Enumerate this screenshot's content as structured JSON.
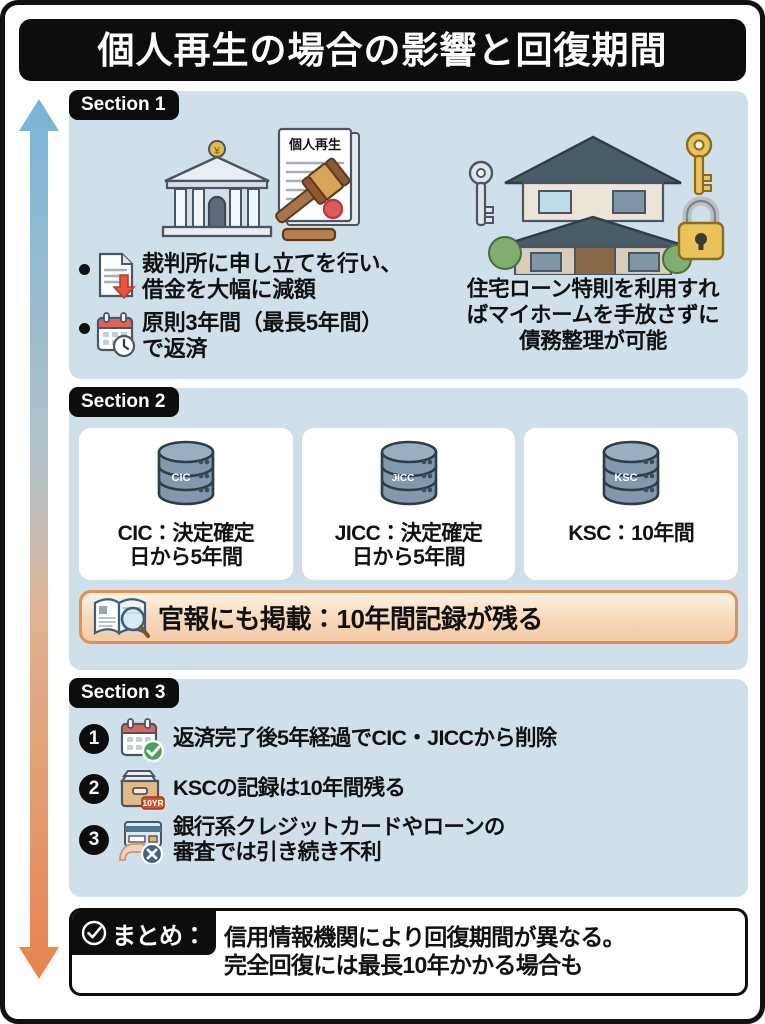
{
  "header": {
    "title": "個人再生の場合の影響と回復期間"
  },
  "arrow": {
    "name": "vertical-double-arrow",
    "top_color": "#7ab4d8",
    "bottom_color": "#e8834e"
  },
  "colors": {
    "panel_bg": "#cfe0ea",
    "badge_bg": "#0d0d0d",
    "highlight_border": "#e0904f",
    "page_border": "#111111"
  },
  "sections": [
    {
      "badge": "Section 1",
      "artwork": [
        "courthouse-icon",
        "gavel-icon",
        "document-icon"
      ],
      "document_label": "個人再生",
      "bullets": [
        {
          "icon": "document-down-arrow-icon",
          "text_lines": [
            "裁判所に申し立てを行い、",
            "借金を大幅に減額"
          ]
        },
        {
          "icon": "calendar-clock-icon",
          "text_lines": [
            "原則3年間（最長5年間）",
            "で返済"
          ]
        }
      ],
      "right": {
        "artwork": [
          "house-icon",
          "key-icon",
          "padlock-icon"
        ],
        "caption_lines": [
          "住宅ローン特則を利用すれ",
          "ばマイホームを手放さずに",
          "債務整理が可能"
        ]
      }
    },
    {
      "badge": "Section 2",
      "cards": [
        {
          "icon": "database-icon",
          "db_label": "CIC",
          "label_lines": [
            "CIC：決定確定",
            "日から5年間"
          ]
        },
        {
          "icon": "database-icon",
          "db_label": "JICC",
          "label_lines": [
            "JICC：決定確定",
            "日から5年間"
          ]
        },
        {
          "icon": "database-icon",
          "db_label": "KSC",
          "label_lines": [
            "KSC：10年間"
          ]
        }
      ],
      "highlight": {
        "icon": "open-book-magnifier-icon",
        "text": "官報にも掲載：10年間記録が残る"
      }
    },
    {
      "badge": "Section 3",
      "items": [
        {
          "number": "1",
          "icon": "calendar-check-icon",
          "text_lines": [
            "返済完了後5年経過でCIC・JICCから削除"
          ]
        },
        {
          "number": "2",
          "icon": "archive-box-10yr-icon",
          "badge_text": "10YR",
          "text_lines": [
            "KSCの記録は10年間残る"
          ]
        },
        {
          "number": "3",
          "icon": "credit-card-deny-icon",
          "text_lines": [
            "銀行系クレジットカードやローンの",
            "審査では引き続き不利"
          ]
        }
      ]
    }
  ],
  "summary": {
    "icon": "check-circle-icon",
    "tag": "まとめ：",
    "lines": [
      "信用情報機関により回復期間が異なる。",
      "完全回復には最長10年かかる場合も"
    ]
  }
}
